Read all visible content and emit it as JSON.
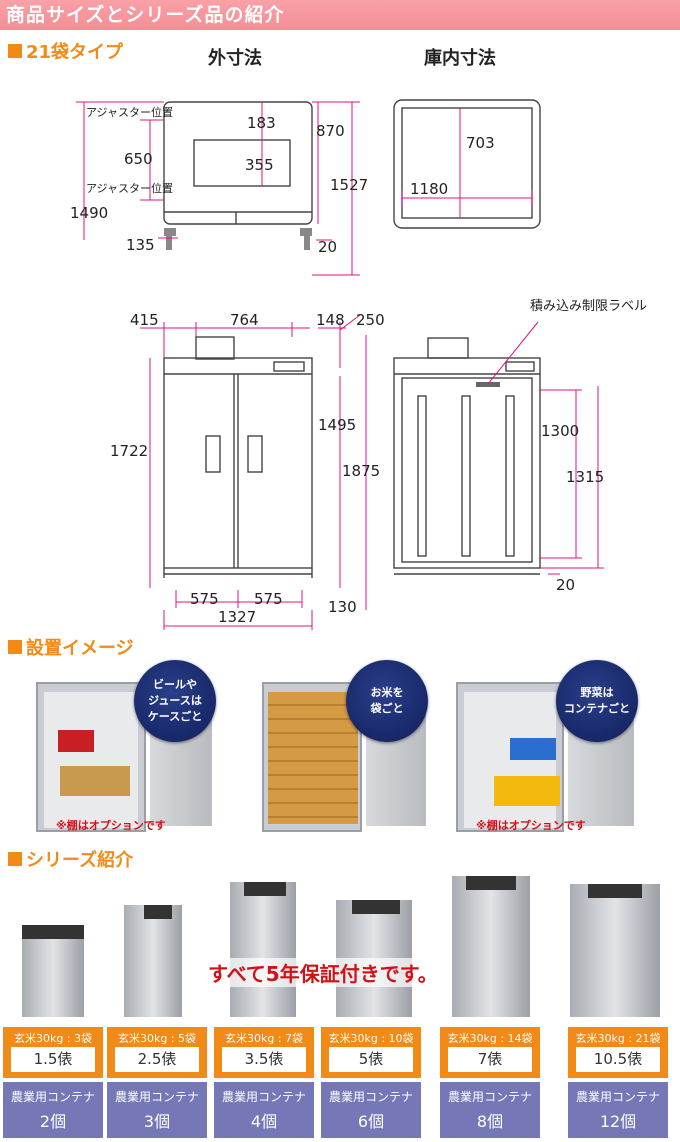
{
  "header": {
    "title": "商品サイズとシリーズ品の紹介"
  },
  "type_section": {
    "title": "21袋タイプ",
    "outer_label": "外寸法",
    "inner_label": "庫内寸法",
    "adjuster_label": "アジャスター位置",
    "front_dims": [
      "183",
      "355",
      "870",
      "650",
      "1527",
      "1490",
      "135",
      "20"
    ],
    "inner_dims": [
      "703",
      "1180"
    ],
    "side_dims": [
      "415",
      "764",
      "148",
      "250",
      "1722",
      "1495",
      "1875",
      "575",
      "575",
      "130",
      "1327"
    ],
    "inner_side_dims": [
      "1300",
      "1315",
      "20"
    ],
    "limit_label": "積み込み制限ラベル"
  },
  "install_section": {
    "title": "設置イメージ",
    "bubbles": [
      "ビールや\nジュースは\nケースごと",
      "お米を\n袋ごと",
      "野菜は\nコンテナごと"
    ],
    "notes": [
      "※棚はオプションです",
      "※棚はオプションです"
    ]
  },
  "series_section": {
    "title": "シリーズ紹介",
    "warranty": "すべて5年保証付きです。",
    "items": [
      {
        "capacity": "玄米30kg : 3袋",
        "bales": "1.5俵",
        "container_label": "農業用コンテナ",
        "containers": "2個"
      },
      {
        "capacity": "玄米30kg : 5袋",
        "bales": "2.5俵",
        "container_label": "農業用コンテナ",
        "containers": "3個"
      },
      {
        "capacity": "玄米30kg : 7袋",
        "bales": "3.5俵",
        "container_label": "農業用コンテナ",
        "containers": "4個"
      },
      {
        "capacity": "玄米30kg : 10袋",
        "bales": "5俵",
        "container_label": "農業用コンテナ",
        "containers": "6個"
      },
      {
        "capacity": "玄米30kg : 14袋",
        "bales": "7俵",
        "container_label": "農業用コンテナ",
        "containers": "8個"
      },
      {
        "capacity": "玄米30kg : 21袋",
        "bales": "10.5俵",
        "container_label": "農業用コンテナ",
        "containers": "12個"
      }
    ]
  },
  "colors": {
    "banner": "#f48d95",
    "accent": "#f28a18",
    "dimension_line": "#e0137f",
    "container_box": "#7577b6",
    "warning": "#d01218"
  }
}
